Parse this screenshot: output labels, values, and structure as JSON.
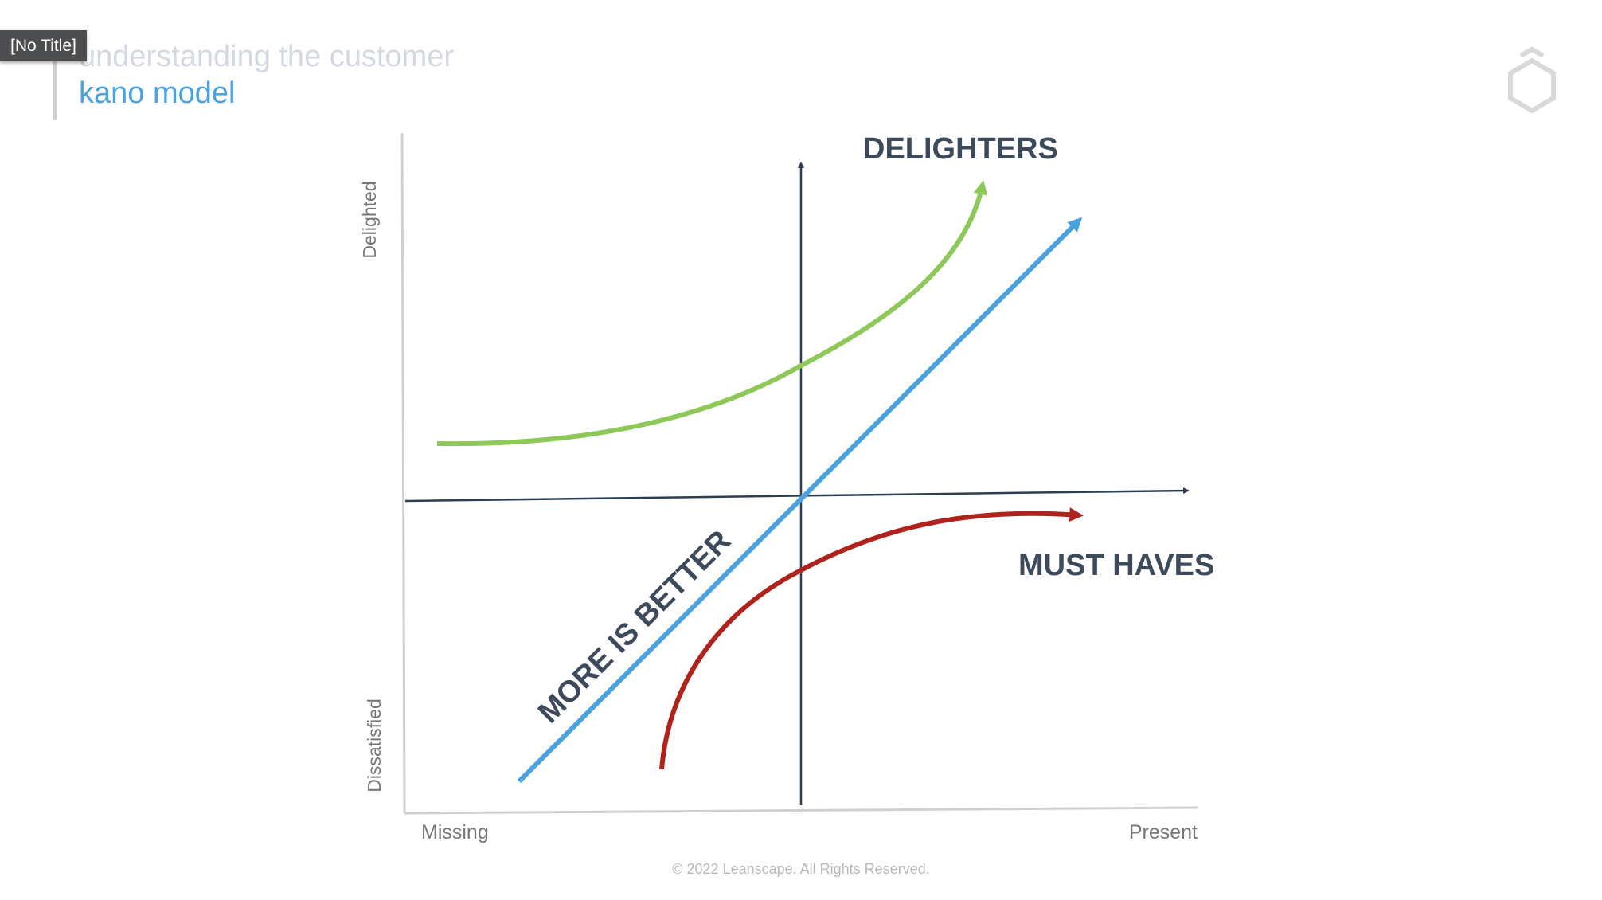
{
  "window_badge": "[No Title]",
  "header": {
    "subtitle": "understanding the customer",
    "title": "kano model"
  },
  "diagram": {
    "y_axis_top": "Delighted",
    "y_axis_bottom": "Dissatisfied",
    "x_axis_left": "Missing",
    "x_axis_right": "Present",
    "curves": [
      {
        "label": "DELIGHTERS",
        "color": "#8dc858"
      },
      {
        "label": "MORE IS BETTER",
        "color": "#4aa3e0"
      },
      {
        "label": "MUST HAVES",
        "color": "#b0231c"
      }
    ],
    "label_color": "#3d4a5c"
  },
  "logo": "hexagon-logo-icon",
  "footer": "© 2022 Leanscape. All Rights Reserved."
}
